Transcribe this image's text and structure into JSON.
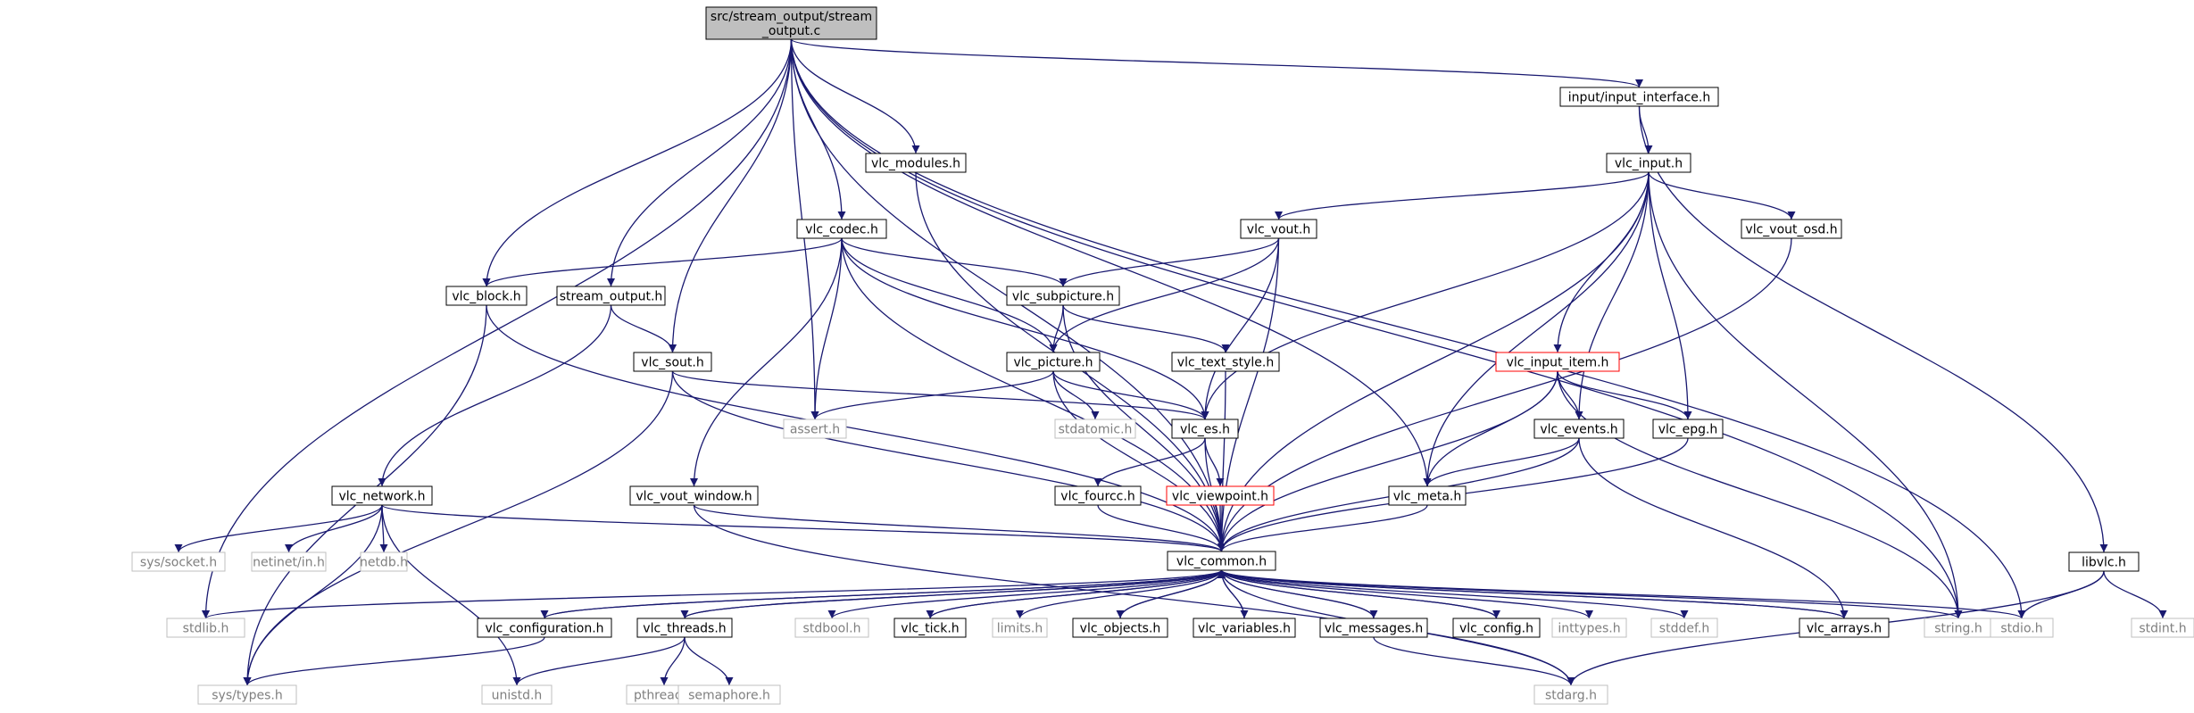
{
  "colors": {
    "edge": "#191970",
    "root_fill": "#bfbfbf",
    "node_border": "#000000",
    "incomplete_border": "#ff0000",
    "system_border": "#bfbfbf",
    "system_text": "#7f7f7f",
    "node_text": "#000000"
  },
  "nodes": {
    "root": {
      "lines": [
        "src/stream_output/stream",
        "_output.c"
      ],
      "kind": "root"
    },
    "stdlib": {
      "lines": [
        "stdlib.h"
      ],
      "kind": "system"
    },
    "vlc_common": {
      "lines": [
        "vlc_common.h"
      ],
      "kind": "normal"
    },
    "vlc_block": {
      "lines": [
        "vlc_block.h"
      ],
      "kind": "normal"
    },
    "stream_output": {
      "lines": [
        "stream_output.h"
      ],
      "kind": "normal"
    },
    "vlc_sout": {
      "lines": [
        "vlc_sout.h"
      ],
      "kind": "normal"
    },
    "assert": {
      "lines": [
        "assert.h"
      ],
      "kind": "system"
    },
    "vlc_codec": {
      "lines": [
        "vlc_codec.h"
      ],
      "kind": "normal"
    },
    "vlc_modules": {
      "lines": [
        "vlc_modules.h"
      ],
      "kind": "normal"
    },
    "vlc_meta": {
      "lines": [
        "vlc_meta.h"
      ],
      "kind": "normal"
    },
    "input_interface": {
      "lines": [
        "input/input_interface.h"
      ],
      "kind": "normal"
    },
    "string": {
      "lines": [
        "string.h"
      ],
      "kind": "system"
    },
    "stdio": {
      "lines": [
        "stdio.h"
      ],
      "kind": "system"
    },
    "vlc_input": {
      "lines": [
        "vlc_input.h"
      ],
      "kind": "normal"
    },
    "libvlc": {
      "lines": [
        "libvlc.h"
      ],
      "kind": "normal"
    },
    "vlc_vout": {
      "lines": [
        "vlc_vout.h"
      ],
      "kind": "normal"
    },
    "vlc_vout_osd": {
      "lines": [
        "vlc_vout_osd.h"
      ],
      "kind": "normal"
    },
    "vlc_subpicture": {
      "lines": [
        "vlc_subpicture.h"
      ],
      "kind": "normal"
    },
    "vlc_picture": {
      "lines": [
        "vlc_picture.h"
      ],
      "kind": "normal"
    },
    "vlc_text_style": {
      "lines": [
        "vlc_text_style.h"
      ],
      "kind": "normal"
    },
    "vlc_es": {
      "lines": [
        "vlc_es.h"
      ],
      "kind": "normal"
    },
    "stdatomic": {
      "lines": [
        "stdatomic.h"
      ],
      "kind": "system"
    },
    "vlc_input_item": {
      "lines": [
        "vlc_input_item.h"
      ],
      "kind": "incomplete"
    },
    "vlc_events": {
      "lines": [
        "vlc_events.h"
      ],
      "kind": "normal"
    },
    "vlc_epg": {
      "lines": [
        "vlc_epg.h"
      ],
      "kind": "normal"
    },
    "vlc_network": {
      "lines": [
        "vlc_network.h"
      ],
      "kind": "normal"
    },
    "vlc_vout_window": {
      "lines": [
        "vlc_vout_window.h"
      ],
      "kind": "normal"
    },
    "vlc_fourcc": {
      "lines": [
        "vlc_fourcc.h"
      ],
      "kind": "normal"
    },
    "vlc_viewpoint": {
      "lines": [
        "vlc_viewpoint.h"
      ],
      "kind": "incomplete"
    },
    "sys_socket": {
      "lines": [
        "sys/socket.h"
      ],
      "kind": "system"
    },
    "netinet_in": {
      "lines": [
        "netinet/in.h"
      ],
      "kind": "system"
    },
    "netdb": {
      "lines": [
        "netdb.h"
      ],
      "kind": "system"
    },
    "vlc_configuration": {
      "lines": [
        "vlc_configuration.h"
      ],
      "kind": "normal"
    },
    "vlc_threads": {
      "lines": [
        "vlc_threads.h"
      ],
      "kind": "normal"
    },
    "stdbool": {
      "lines": [
        "stdbool.h"
      ],
      "kind": "system"
    },
    "vlc_tick": {
      "lines": [
        "vlc_tick.h"
      ],
      "kind": "normal"
    },
    "limits": {
      "lines": [
        "limits.h"
      ],
      "kind": "system"
    },
    "vlc_objects": {
      "lines": [
        "vlc_objects.h"
      ],
      "kind": "normal"
    },
    "vlc_variables": {
      "lines": [
        "vlc_variables.h"
      ],
      "kind": "normal"
    },
    "vlc_messages": {
      "lines": [
        "vlc_messages.h"
      ],
      "kind": "normal"
    },
    "vlc_config": {
      "lines": [
        "vlc_config.h"
      ],
      "kind": "normal"
    },
    "inttypes": {
      "lines": [
        "inttypes.h"
      ],
      "kind": "system"
    },
    "stddef": {
      "lines": [
        "stddef.h"
      ],
      "kind": "system"
    },
    "vlc_arrays": {
      "lines": [
        "vlc_arrays.h"
      ],
      "kind": "normal"
    },
    "stdint": {
      "lines": [
        "stdint.h"
      ],
      "kind": "system"
    },
    "sys_types": {
      "lines": [
        "sys/types.h"
      ],
      "kind": "system"
    },
    "unistd": {
      "lines": [
        "unistd.h"
      ],
      "kind": "system"
    },
    "pthread": {
      "lines": [
        "pthread.h"
      ],
      "kind": "system"
    },
    "semaphore": {
      "lines": [
        "semaphore.h"
      ],
      "kind": "system"
    },
    "stdarg": {
      "lines": [
        "stdarg.h"
      ],
      "kind": "system"
    }
  },
  "edges": [
    [
      "root",
      "stdlib"
    ],
    [
      "root",
      "vlc_common"
    ],
    [
      "root",
      "vlc_block"
    ],
    [
      "root",
      "stream_output"
    ],
    [
      "root",
      "vlc_sout"
    ],
    [
      "root",
      "assert"
    ],
    [
      "root",
      "vlc_codec"
    ],
    [
      "root",
      "vlc_modules"
    ],
    [
      "root",
      "vlc_meta"
    ],
    [
      "root",
      "input_interface"
    ],
    [
      "root",
      "string"
    ],
    [
      "root",
      "stdio"
    ],
    [
      "input_interface",
      "vlc_input"
    ],
    [
      "input_interface",
      "libvlc"
    ],
    [
      "vlc_input",
      "vlc_vout"
    ],
    [
      "vlc_input",
      "vlc_vout_osd"
    ],
    [
      "vlc_input",
      "vlc_es"
    ],
    [
      "vlc_input",
      "vlc_meta"
    ],
    [
      "vlc_input",
      "vlc_input_item"
    ],
    [
      "vlc_input",
      "vlc_events"
    ],
    [
      "vlc_input",
      "vlc_epg"
    ],
    [
      "vlc_input",
      "string"
    ],
    [
      "vlc_input",
      "vlc_common"
    ],
    [
      "vlc_vout",
      "vlc_subpicture"
    ],
    [
      "vlc_vout",
      "vlc_picture"
    ],
    [
      "vlc_vout",
      "vlc_es"
    ],
    [
      "vlc_vout",
      "vlc_common"
    ],
    [
      "vlc_vout_osd",
      "vlc_common"
    ],
    [
      "vlc_codec",
      "vlc_block"
    ],
    [
      "vlc_codec",
      "vlc_subpicture"
    ],
    [
      "vlc_codec",
      "vlc_picture"
    ],
    [
      "vlc_codec",
      "vlc_es"
    ],
    [
      "vlc_codec",
      "assert"
    ],
    [
      "vlc_codec",
      "vlc_vout_window"
    ],
    [
      "vlc_codec",
      "vlc_common"
    ],
    [
      "vlc_modules",
      "vlc_common"
    ],
    [
      "vlc_block",
      "sys_types"
    ],
    [
      "vlc_block",
      "vlc_common"
    ],
    [
      "stream_output",
      "vlc_sout"
    ],
    [
      "stream_output",
      "vlc_network"
    ],
    [
      "vlc_sout",
      "vlc_es"
    ],
    [
      "vlc_sout",
      "sys_types"
    ],
    [
      "vlc_sout",
      "vlc_common"
    ],
    [
      "vlc_subpicture",
      "vlc_picture"
    ],
    [
      "vlc_subpicture",
      "vlc_text_style"
    ],
    [
      "vlc_subpicture",
      "vlc_common"
    ],
    [
      "vlc_picture",
      "assert"
    ],
    [
      "vlc_picture",
      "stdatomic"
    ],
    [
      "vlc_picture",
      "vlc_es"
    ],
    [
      "vlc_picture",
      "vlc_common"
    ],
    [
      "vlc_text_style",
      "vlc_common"
    ],
    [
      "vlc_es",
      "vlc_fourcc"
    ],
    [
      "vlc_es",
      "vlc_viewpoint"
    ],
    [
      "vlc_es",
      "vlc_common"
    ],
    [
      "vlc_fourcc",
      "vlc_common"
    ],
    [
      "vlc_viewpoint",
      "vlc_common"
    ],
    [
      "vlc_input_item",
      "vlc_meta"
    ],
    [
      "vlc_input_item",
      "vlc_events"
    ],
    [
      "vlc_input_item",
      "vlc_epg"
    ],
    [
      "vlc_input_item",
      "string"
    ],
    [
      "vlc_input_item",
      "vlc_common"
    ],
    [
      "vlc_events",
      "vlc_meta"
    ],
    [
      "vlc_events",
      "vlc_arrays"
    ],
    [
      "vlc_events",
      "vlc_common"
    ],
    [
      "vlc_epg",
      "vlc_common"
    ],
    [
      "vlc_meta",
      "vlc_common"
    ],
    [
      "vlc_network",
      "sys_types"
    ],
    [
      "vlc_network",
      "sys_socket"
    ],
    [
      "vlc_network",
      "netinet_in"
    ],
    [
      "vlc_network",
      "netdb"
    ],
    [
      "vlc_network",
      "unistd"
    ],
    [
      "vlc_network",
      "vlc_common"
    ],
    [
      "vlc_vout_window",
      "vlc_common"
    ],
    [
      "vlc_vout_window",
      "stdarg"
    ],
    [
      "vlc_common",
      "stdlib"
    ],
    [
      "vlc_common",
      "vlc_configuration"
    ],
    [
      "vlc_common",
      "vlc_threads"
    ],
    [
      "vlc_common",
      "stdbool"
    ],
    [
      "vlc_common",
      "vlc_tick"
    ],
    [
      "vlc_common",
      "limits"
    ],
    [
      "vlc_common",
      "vlc_objects"
    ],
    [
      "vlc_common",
      "vlc_variables"
    ],
    [
      "vlc_common",
      "vlc_messages"
    ],
    [
      "vlc_common",
      "vlc_config"
    ],
    [
      "vlc_common",
      "inttypes"
    ],
    [
      "vlc_common",
      "stddef"
    ],
    [
      "vlc_common",
      "vlc_arrays"
    ],
    [
      "vlc_common",
      "string"
    ],
    [
      "vlc_common",
      "stdio"
    ],
    [
      "vlc_common",
      "stdarg"
    ],
    [
      "vlc_configuration",
      "vlc_common"
    ],
    [
      "vlc_configuration",
      "sys_types"
    ],
    [
      "vlc_threads",
      "vlc_common"
    ],
    [
      "vlc_threads",
      "unistd"
    ],
    [
      "vlc_threads",
      "pthread"
    ],
    [
      "vlc_threads",
      "semaphore"
    ],
    [
      "vlc_tick",
      "vlc_common"
    ],
    [
      "vlc_objects",
      "vlc_common"
    ],
    [
      "vlc_variables",
      "vlc_common"
    ],
    [
      "vlc_messages",
      "vlc_common"
    ],
    [
      "vlc_messages",
      "stdarg"
    ],
    [
      "vlc_config",
      "vlc_common"
    ],
    [
      "vlc_arrays",
      "vlc_common"
    ],
    [
      "libvlc",
      "stdio"
    ],
    [
      "libvlc",
      "stdint"
    ],
    [
      "libvlc",
      "stdarg"
    ]
  ]
}
